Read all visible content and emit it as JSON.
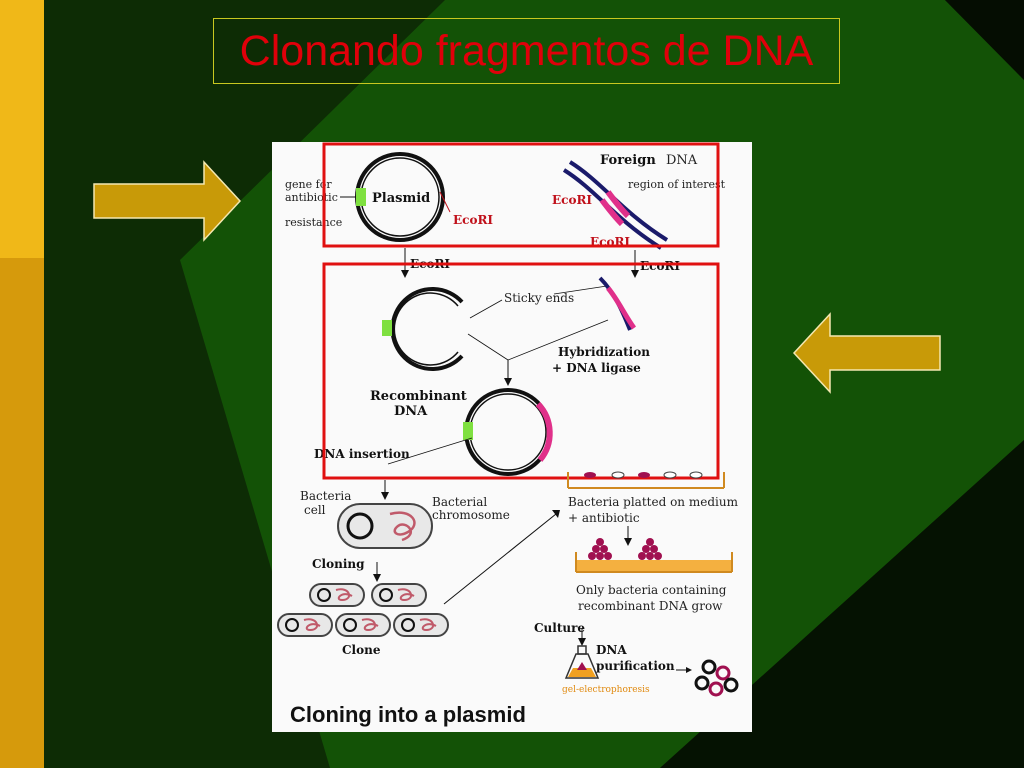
{
  "slide": {
    "title": "Clonando fragmentos de DNA",
    "colors": {
      "title": "#e0000a",
      "gold_bar": "#f0b818",
      "arrow": "#c89a08",
      "dark_green": "#145208",
      "highlight_box": "#e01010"
    }
  },
  "left_arrow_icon": "arrow-right-icon",
  "right_arrow_icon": "arrow-left-icon",
  "figure": {
    "gene_label_1": "gene for",
    "gene_label_2": "antibiotic",
    "gene_label_3": "resistance",
    "plasmid": "Plasmid",
    "ecori_plasmid": "EcoRI",
    "foreign_dna_1": "Foreign",
    "foreign_dna_2": "DNA",
    "region_of_interest": "region of interest",
    "ecori_foreign_1": "EcoRI",
    "ecori_foreign_2": "EcoRI",
    "ecori_cut_left": "EcoRI",
    "ecori_cut_right": "EcoRI",
    "sticky_ends": "Sticky ends",
    "hybridization": "Hybridization",
    "dna_ligase": "+ DNA ligase",
    "recombinant_1": "Recombinant",
    "recombinant_2": "DNA",
    "dna_insertion": "DNA insertion",
    "bacteria_cell_1": "Bacteria",
    "bacteria_cell_2": "cell",
    "bacterial_chromosome_1": "Bacterial",
    "bacterial_chromosome_2": "chromosome",
    "platted_1": "Bacteria platted on medium",
    "platted_2": "+ antibiotic",
    "only_bacteria_1": "Only bacteria containing",
    "only_bacteria_2": "recombinant DNA grow",
    "cloning": "Cloning",
    "clone": "Clone",
    "culture": "Culture",
    "dna_purification_1": "DNA",
    "dna_purification_2": "purification",
    "gel_electrophoresis": "gel-electrophoresis",
    "caption": "Cloning into a plasmid"
  }
}
